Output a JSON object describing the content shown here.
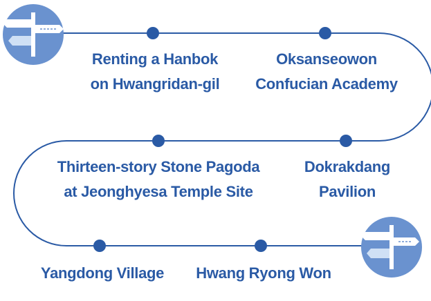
{
  "colors": {
    "route_line": "#2a5aa5",
    "dot": "#2a5aa5",
    "text": "#2a5aa5",
    "signpost_circle": "#6a92cf",
    "signpost_board": "#ffffff",
    "signpost_board_dark": "#cfe0f5"
  },
  "icons": {
    "start": "signpost-icon",
    "end": "signpost-icon"
  },
  "stops": [
    {
      "id": "hanbok",
      "line1": "Renting a Hanbok",
      "line2": "on Hwangridan-gil"
    },
    {
      "id": "oksanseowon",
      "line1": "Oksanseowon",
      "line2": "Confucian Academy"
    },
    {
      "id": "pagoda",
      "line1": "Thirteen-story Stone Pagoda",
      "line2": "at Jeonghyesa Temple Site"
    },
    {
      "id": "dokrakdang",
      "line1": "Dokrakdang",
      "line2": "Pavilion"
    },
    {
      "id": "yangdong",
      "line1": "Yangdong Village",
      "line2": ""
    },
    {
      "id": "hwangryongwon",
      "line1": "Hwang Ryong Won",
      "line2": ""
    }
  ]
}
